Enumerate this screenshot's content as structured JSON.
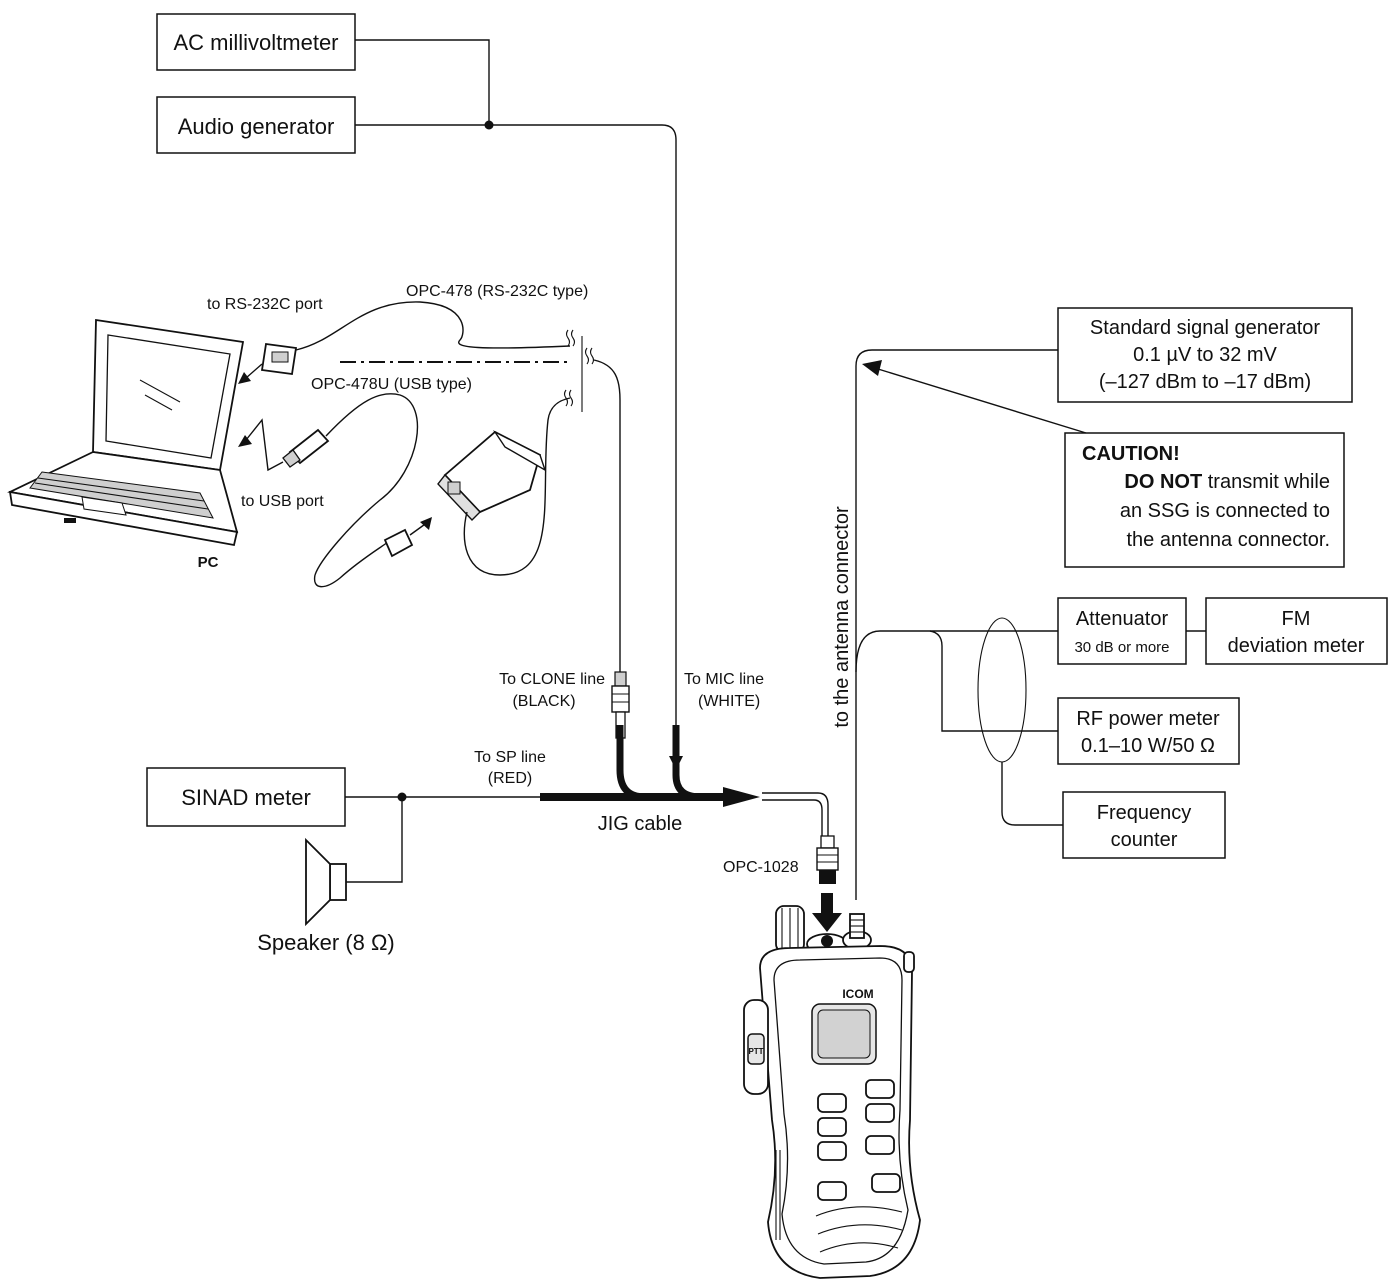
{
  "boxes": {
    "ac_millivoltmeter": "AC millivoltmeter",
    "audio_generator": "Audio generator",
    "sinad_meter": "SINAD meter",
    "ssg_line1": "Standard signal generator",
    "ssg_line2": "0.1 µV to 32 mV",
    "ssg_line3": "(–127 dBm to –17 dBm)",
    "caution_title": "CAUTION!",
    "caution_bold": "DO NOT",
    "caution_line1_rest": " transmit while",
    "caution_line2": "an SSG is connected to",
    "caution_line3": "the antenna connector.",
    "attenuator": "Attenuator",
    "attenuator_sub": "30 dB or more",
    "fm_line1": "FM",
    "fm_line2": "deviation meter",
    "rf_line1": "RF power meter",
    "rf_line2": "0.1–10 W/50 Ω",
    "freq_line1": "Frequency",
    "freq_line2": "counter"
  },
  "labels": {
    "to_rs232c_port": "to RS-232C port",
    "opc478": "OPC-478 (RS-232C type)",
    "opc478u": "OPC-478U (USB type)",
    "to_usb_port": "to USB port",
    "pc": "PC",
    "to_clone_line1": "To CLONE line",
    "to_clone_line2": "(BLACK)",
    "to_mic_line1": "To MIC line",
    "to_mic_line2": "(WHITE)",
    "to_sp_line1": "To SP line",
    "to_sp_line2": "(RED)",
    "jig_cable": "JIG cable",
    "opc1028": "OPC-1028",
    "speaker": "Speaker (8 Ω)",
    "to_antenna": "to the antenna connector",
    "brand": "ICOM",
    "ptt": "PTT"
  }
}
